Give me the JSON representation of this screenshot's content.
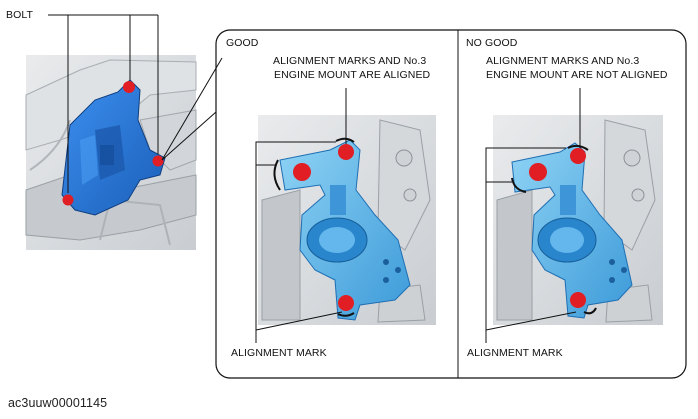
{
  "left": {
    "bolt_label": "BOLT"
  },
  "good": {
    "title": "GOOD",
    "note_line1": "ALIGNMENT MARKS AND No.3",
    "note_line2": "ENGINE MOUNT ARE ALIGNED",
    "mark_label": "ALIGNMENT MARK"
  },
  "no_good": {
    "title": "NO GOOD",
    "note_line1": "ALIGNMENT MARKS AND No.3",
    "note_line2": "ENGINE MOUNT ARE NOT ALIGNED",
    "mark_label": "ALIGNMENT MARK"
  },
  "figure_id": "ac3uuw00001145",
  "colors": {
    "part_blue": "#2e7fd8",
    "part_light": "#5fb6ea",
    "bolt_red": "#e01e24",
    "bg_gray": "#d9dcdf"
  }
}
